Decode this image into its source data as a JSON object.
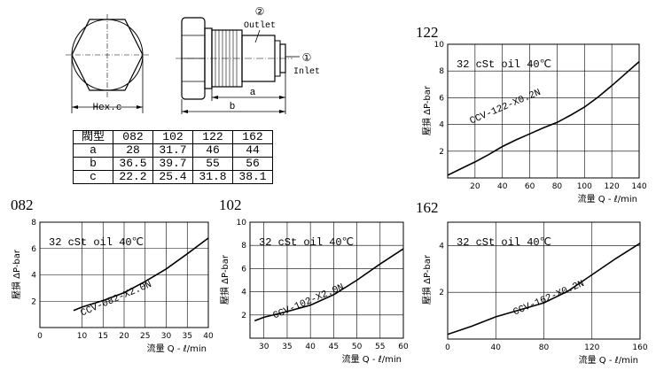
{
  "drawing": {
    "hex_label": "Hex.c",
    "dim_a_label": "a",
    "dim_b_label": "b",
    "outlet_marker": "②",
    "outlet_label": "Outlet",
    "inlet_marker": "①",
    "inlet_label": "Inlet"
  },
  "table": {
    "header": [
      "閥型",
      "082",
      "102",
      "122",
      "162"
    ],
    "rows": [
      [
        "a",
        "28",
        "31.7",
        "46",
        "44"
      ],
      [
        "b",
        "36.5",
        "39.7",
        "55",
        "56"
      ],
      [
        "c",
        "22.2",
        "25.4",
        "31.8",
        "38.1"
      ]
    ]
  },
  "chart_data": [
    {
      "type": "line",
      "title": "122",
      "annotation": "32 cSt oil 40℃",
      "series": [
        {
          "name": "CCV-122-X0.2N",
          "x": [
            0,
            10,
            20,
            30,
            40,
            50,
            60,
            70,
            80,
            90,
            100,
            110,
            120,
            130,
            140
          ],
          "y": [
            0.2,
            0.7,
            1.2,
            1.75,
            2.35,
            2.85,
            3.3,
            3.75,
            4.15,
            4.7,
            5.3,
            6.05,
            6.9,
            7.8,
            8.7
          ]
        }
      ],
      "xticks": [
        "20",
        "40",
        "60",
        "80",
        "100",
        "120",
        "140"
      ],
      "yticks": [
        "2",
        "4",
        "6",
        "8",
        "10"
      ],
      "xlim": [
        0,
        140
      ],
      "ylim": [
        0,
        10
      ],
      "xlabel": "流量 Q - ℓ/min",
      "ylabel": "壓損 ΔP-bar"
    },
    {
      "type": "line",
      "title": "082",
      "annotation": "32 cSt oil 40℃",
      "series": [
        {
          "name": "CCV-082-X2.0N",
          "x": [
            8,
            10,
            15,
            20,
            25,
            30,
            35,
            40
          ],
          "y": [
            1.3,
            1.55,
            2.05,
            2.65,
            3.5,
            4.45,
            5.6,
            6.8
          ]
        }
      ],
      "xticks": [
        "0",
        "10",
        "15",
        "20",
        "25",
        "30",
        "35",
        "40"
      ],
      "yticks": [
        "2",
        "4",
        "6",
        "8"
      ],
      "xlim": [
        0,
        40
      ],
      "ylim": [
        0,
        8
      ],
      "xlabel": "流量 Q - ℓ/min",
      "ylabel": "壓損 ΔP-bar"
    },
    {
      "type": "line",
      "title": "102",
      "annotation": "32 cSt oil 40℃",
      "series": [
        {
          "name": "CCV-102-X2.0N",
          "x": [
            28,
            30,
            35,
            40,
            45,
            50,
            55,
            60
          ],
          "y": [
            1.5,
            1.8,
            2.3,
            2.85,
            3.75,
            5.0,
            6.4,
            7.7
          ]
        }
      ],
      "xticks": [
        "30",
        "35",
        "40",
        "45",
        "50",
        "55",
        "60"
      ],
      "yticks": [
        "2",
        "4",
        "6",
        "8",
        "10"
      ],
      "xlim": [
        27,
        60
      ],
      "ylim": [
        0,
        10
      ],
      "xlabel": "流量 Q - ℓ/min",
      "ylabel": "壓損 ΔP-bar"
    },
    {
      "type": "line",
      "title": "162",
      "annotation": "32 cSt oil 40℃",
      "series": [
        {
          "name": "CCV-162-X0.2N",
          "x": [
            0,
            20,
            40,
            60,
            80,
            100,
            120,
            140,
            160
          ],
          "y": [
            0.2,
            0.55,
            0.95,
            1.25,
            1.55,
            2.05,
            2.75,
            3.45,
            4.1
          ]
        }
      ],
      "xticks": [
        "0",
        "40",
        "80",
        "120",
        "160"
      ],
      "yticks": [
        "2",
        "4"
      ],
      "xlim": [
        0,
        160
      ],
      "ylim": [
        0,
        5
      ],
      "xlabel": "流量 Q - ℓ/min",
      "ylabel": "壓損 ΔP-bar"
    }
  ]
}
